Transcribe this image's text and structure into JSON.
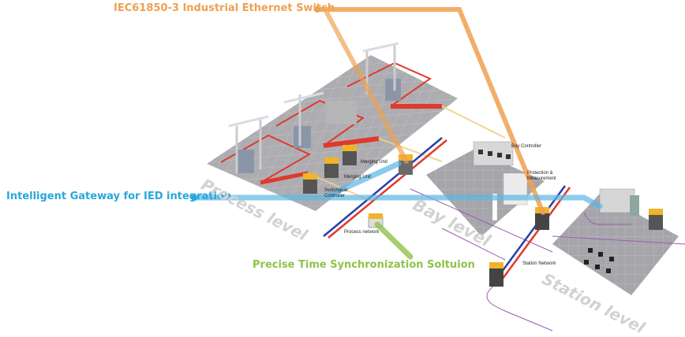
{
  "diagram": {
    "title": "IEC61850 substation automation architecture",
    "callouts": {
      "switch": "IEC61850-3 Industrial  Ethernet Switch",
      "gateway": "Intelligent Gateway for IED integration",
      "time_sync": "Precise Time Synchronization Soltuion"
    },
    "levels": {
      "process": "Process level",
      "bay": "Bay level",
      "station": "Station level"
    },
    "device_labels": {
      "merging_unit_1": "Merging Unit",
      "merging_unit_2": "Merging Unit",
      "switchgear_line1": "Switchgear",
      "switchgear_line2": "Controller",
      "process_network": "Process network",
      "bay_controller": "Bay Controller",
      "protection_line1": "Protection &",
      "protection_line2": "Measurement",
      "station_network": "Station Network"
    },
    "colors": {
      "switch_callout": "#f0a050",
      "gateway_callout": "#2aa7dc",
      "time_callout": "#8fc34a",
      "floor": "#a8a8ac",
      "bus_red": "#e03a2a",
      "bus_blue": "#2a3fa8",
      "station_link": "#9b59b6",
      "fiber_yellow": "#f2d08a",
      "device_cap": "#f0b429",
      "level_text": "#d2d2d2"
    }
  }
}
